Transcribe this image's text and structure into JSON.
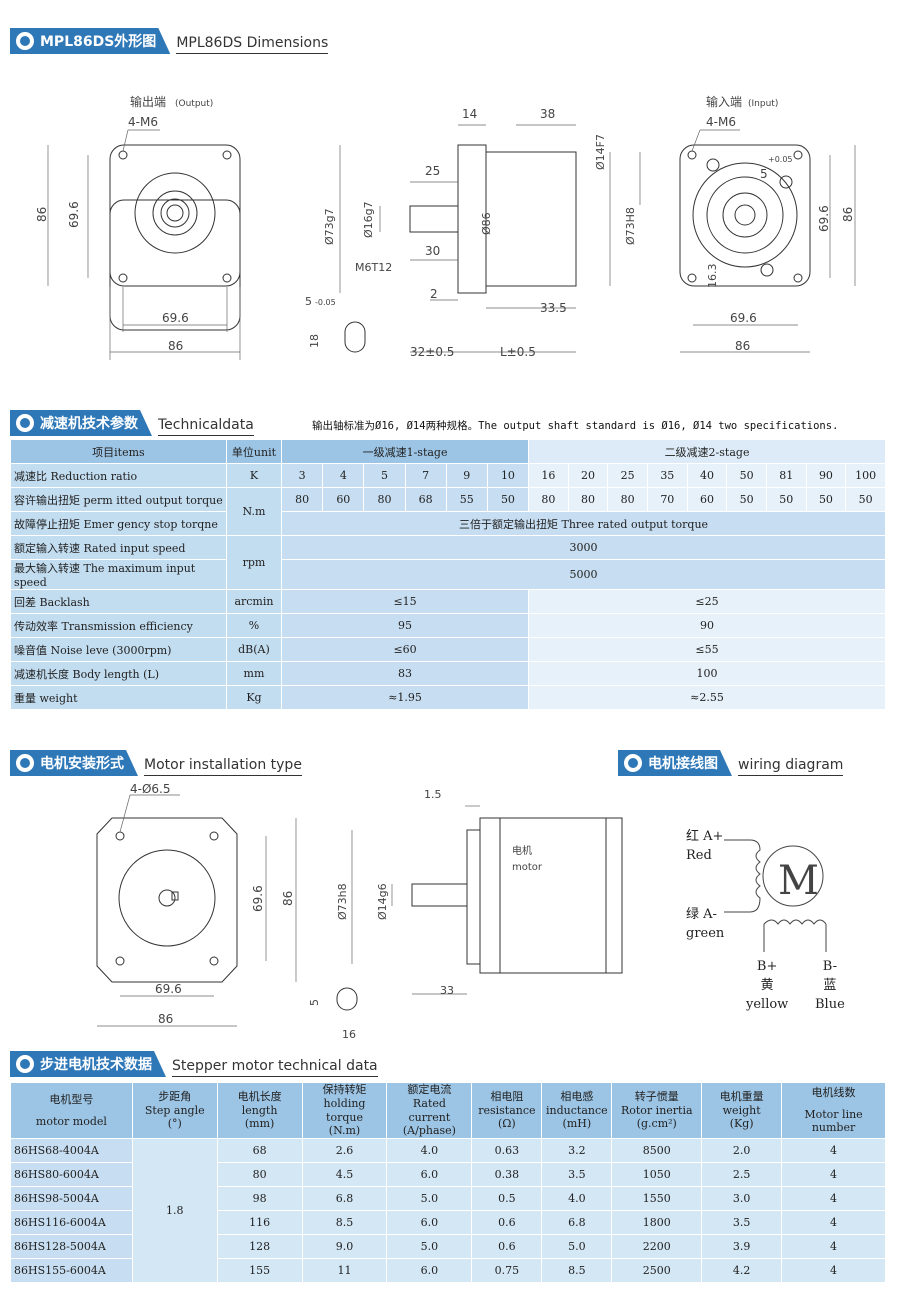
{
  "sections": {
    "dimensions": {
      "cn": "MPL86DS外形图",
      "en": "MPL86DS Dimensions"
    },
    "technical": {
      "cn": "减速机技术参数",
      "en": "Technicaldata"
    },
    "installation": {
      "cn": "电机安装形式",
      "en": "Motor installation type"
    },
    "wiring": {
      "cn": "电机接线图",
      "en": "wiring diagram"
    },
    "stepper": {
      "cn": "步进电机技术数据",
      "en": "Stepper motor technical data"
    }
  },
  "dim_drawing": {
    "output_label": "输出端",
    "output_label_en": "(Output)",
    "input_label": "输入端",
    "input_label_en": "(Input)",
    "front": {
      "holes": "4-M6",
      "h86": "86",
      "h696": "69.6",
      "w696": "69.6",
      "w86": "86"
    },
    "side": {
      "d14": "14",
      "d38": "38",
      "d25": "25",
      "d30": "30",
      "d2": "2",
      "d335": "33.5",
      "d32": "32±0.5",
      "dL": "L±0.5",
      "phi73g7": "Ø73g7",
      "phi16g7": "Ø16g7",
      "phi86": "Ø86",
      "phi14f7": "Ø14F7",
      "phi73h8": "Ø73H8",
      "m6": "M6T12",
      "key5": "5",
      "key5tol": "-0.05",
      "key18": "18"
    },
    "rear": {
      "holes": "4-M6",
      "tol5": "5",
      "tol5sup": "+0.05",
      "d163": "16.3",
      "h696": "69.6",
      "h86": "86",
      "w696": "69.6",
      "w86": "86"
    }
  },
  "note": "输出轴标准为Ø16, Ø14两种规格。The output shaft standard is Ø16, Ø14 two specifications.",
  "tech_table": {
    "head_item": "项目items",
    "head_unit": "单位unit",
    "stage1": "一级减速1-stage",
    "stage2": "二级减速2-stage",
    "ratio_label": "减速比 Reduction ratio",
    "ratio_unit": "K",
    "ratios1": [
      "3",
      "4",
      "5",
      "7",
      "9",
      "10"
    ],
    "ratios2": [
      "16",
      "20",
      "25",
      "35",
      "40",
      "50",
      "81",
      "90",
      "100"
    ],
    "torque_label": "容许输出扭矩 perm itted output torque",
    "torque_unit": "N.m",
    "torques1": [
      "80",
      "60",
      "80",
      "68",
      "55",
      "50"
    ],
    "torques2": [
      "80",
      "80",
      "80",
      "70",
      "60",
      "50",
      "50",
      "50",
      "50"
    ],
    "estop_label": "故障停止扭矩 Emer gency stop torqne",
    "estop_value": "三倍于额定输出扭矩 Three rated output torque",
    "rated_label": "额定输入转速 Rated input speed",
    "speed_unit": "rpm",
    "rated_value": "3000",
    "max_label": "最大输入转速 The maximum input speed",
    "max_value": "5000",
    "backlash_label": "回差 Backlash",
    "backlash_unit": "arcmin",
    "backlash1": "≤15",
    "backlash2": "≤25",
    "eff_label": "传动效率 Transmission efficiency",
    "eff_unit": "%",
    "eff1": "95",
    "eff2": "90",
    "noise_label": "噪音值 Noise leve (3000rpm)",
    "noise_unit": "dB(A)",
    "noise1": "≤60",
    "noise2": "≤55",
    "length_label": "减速机长度 Body length (L)",
    "length_unit": "mm",
    "length1": "83",
    "length2": "100",
    "weight_label": "重量 weight",
    "weight_unit": "Kg",
    "weight1": "≈1.95",
    "weight2": "≈2.55"
  },
  "install_drawing": {
    "holes": "4-Ø6.5",
    "h696": "69.6",
    "h86": "86",
    "w696": "69.6",
    "w86": "86",
    "key5": "5",
    "key16": "16",
    "d15": "1.5",
    "d33": "33",
    "phi73h8": "Ø73h8",
    "phi14g6": "Ø14g6",
    "motor_cn": "电机",
    "motor_en": "motor"
  },
  "wiring": {
    "a_plus": "红 A+",
    "a_plus_en": "Red",
    "a_minus": "绿 A-",
    "a_minus_en": "green",
    "motor": "M",
    "b_plus": "B+",
    "b_plus_cn": "黄",
    "b_plus_en": "yellow",
    "b_minus": "B-",
    "b_minus_cn": "蓝",
    "b_minus_en": "Blue"
  },
  "stepper_table": {
    "headers": [
      [
        "电机型号",
        "motor model"
      ],
      [
        "步距角",
        "Step angle",
        "(°)"
      ],
      [
        "电机长度",
        "length",
        "(mm)"
      ],
      [
        "保持转矩",
        "holding torque",
        "(N.m)"
      ],
      [
        "额定电流",
        "Rated current",
        "(A/phase)"
      ],
      [
        "相电阻",
        "resistance",
        "(Ω)"
      ],
      [
        "相电感",
        "inductance",
        "(mH)"
      ],
      [
        "转子惯量",
        "Rotor inertia",
        "(g.cm²)"
      ],
      [
        "电机重量",
        "weight",
        "(Kg)"
      ],
      [
        "电机线数",
        "Motor line number"
      ]
    ],
    "step_angle": "1.8",
    "rows": [
      [
        "86HS68-4004A",
        "68",
        "2.6",
        "4.0",
        "0.63",
        "3.2",
        "8500",
        "2.0",
        "4"
      ],
      [
        "86HS80-6004A",
        "80",
        "4.5",
        "6.0",
        "0.38",
        "3.5",
        "1050",
        "2.5",
        "4"
      ],
      [
        "86HS98-5004A",
        "98",
        "6.8",
        "5.0",
        "0.5",
        "4.0",
        "1550",
        "3.0",
        "4"
      ],
      [
        "86HS116-6004A",
        "116",
        "8.5",
        "6.0",
        "0.6",
        "6.8",
        "1800",
        "3.5",
        "4"
      ],
      [
        "86HS128-5004A",
        "128",
        "9.0",
        "5.0",
        "0.6",
        "5.0",
        "2200",
        "3.9",
        "4"
      ],
      [
        "86HS155-6004A",
        "155",
        "11",
        "6.0",
        "0.75",
        "8.5",
        "2500",
        "4.2",
        "4"
      ]
    ]
  }
}
